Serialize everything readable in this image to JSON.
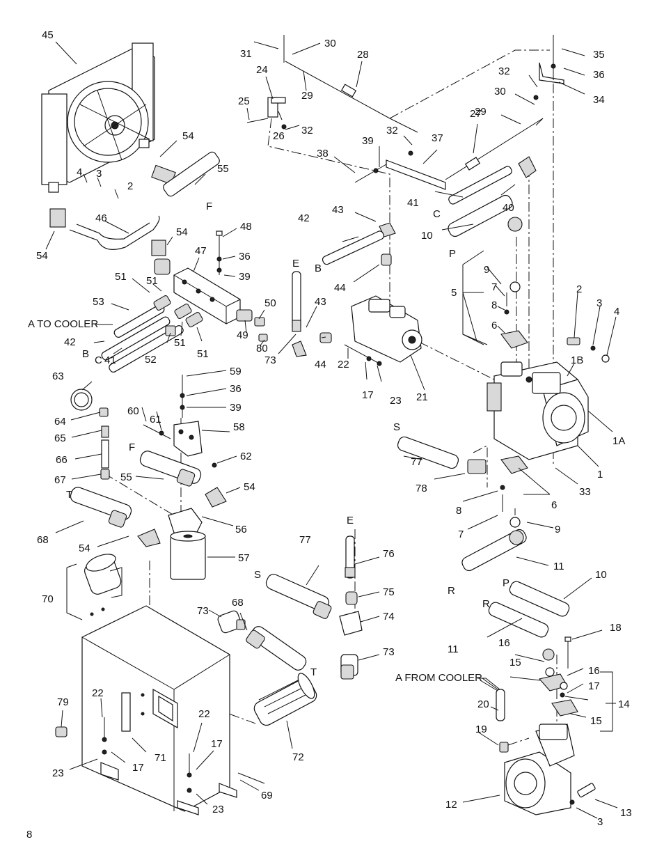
{
  "page_number": "8",
  "callouts": {
    "n1": "1",
    "n1A": "1A",
    "n1B": "1B",
    "n2": "2",
    "n3": "3",
    "n4": "4",
    "n5": "5",
    "n6": "6",
    "n7": "7",
    "n8": "8",
    "n9": "9",
    "n10": "10",
    "n11": "11",
    "n12": "12",
    "n13": "13",
    "n14": "14",
    "n15": "15",
    "n16": "16",
    "n17": "17",
    "n18": "18",
    "n19": "19",
    "n20": "20",
    "n21": "21",
    "n22": "22",
    "n23": "23",
    "n24": "24",
    "n25": "25",
    "n26": "26",
    "n27": "27",
    "n28": "28",
    "n29": "29",
    "n30": "30",
    "n31": "31",
    "n32": "32",
    "n33": "33",
    "n34": "34",
    "n35": "35",
    "n36": "36",
    "n37": "37",
    "n38": "38",
    "n39": "39",
    "n40": "40",
    "n41": "41",
    "n42": "42",
    "n43": "43",
    "n44": "44",
    "n45": "45",
    "n46": "46",
    "n47": "47",
    "n48": "48",
    "n49": "49",
    "n50": "50",
    "n51": "51",
    "n52": "52",
    "n53": "53",
    "n54": "54",
    "n55": "55",
    "n56": "56",
    "n57": "57",
    "n58": "58",
    "n59": "59",
    "n60": "60",
    "n61": "61",
    "n62": "62",
    "n63": "63",
    "n64": "64",
    "n65": "65",
    "n66": "66",
    "n67": "67",
    "n68": "68",
    "n69": "69",
    "n70": "70",
    "n71": "71",
    "n72": "72",
    "n73": "73",
    "n74": "74",
    "n75": "75",
    "n76": "76",
    "n77": "77",
    "n78": "78",
    "n79": "79",
    "n80": "80"
  },
  "hose_ends": {
    "A": "A",
    "B": "B",
    "C": "C",
    "E": "E",
    "F": "F",
    "P": "P",
    "R": "R",
    "S": "S",
    "T": "T"
  },
  "notes": {
    "a_to_cooler": "A TO COOLER",
    "a_from_cooler": "A FROM COOLER"
  }
}
